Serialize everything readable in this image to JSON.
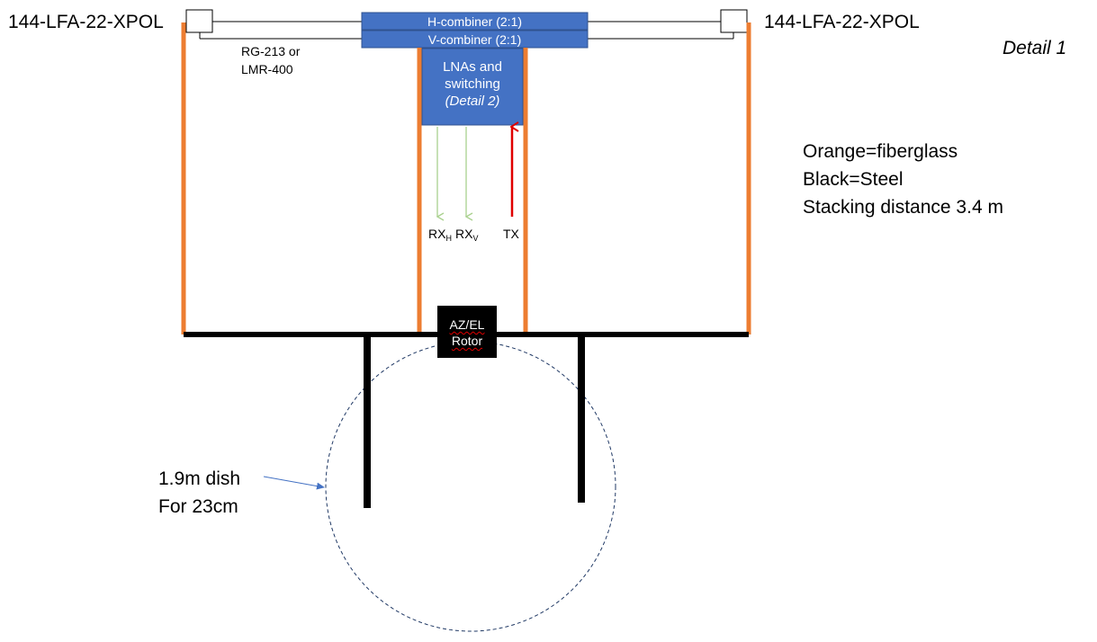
{
  "antennas": {
    "left_label": "144-LFA-22-XPOL",
    "right_label": "144-LFA-22-XPOL"
  },
  "detail_label": "Detail 1",
  "combiners": {
    "h_label": "H-combiner (2:1)",
    "v_label": "V-combiner (2:1)"
  },
  "cable_label": {
    "line1": "RG-213 or",
    "line2": "LMR-400"
  },
  "lna_box": {
    "line1": "LNAs and",
    "line2": "switching",
    "line3": "(Detail 2)"
  },
  "signals": {
    "rx_h_main": "RX",
    "rx_h_sub": "H",
    "rx_v_main": "RX",
    "rx_v_sub": "V",
    "tx": "TX"
  },
  "legend": {
    "line1": "Orange=fiberglass",
    "line2": "Black=Steel",
    "line3": "Stacking distance 3.4 m"
  },
  "rotor": {
    "line1": "AZ/EL",
    "line2": "Rotor"
  },
  "dish": {
    "line1": "1.9m dish",
    "line2": "For 23cm"
  },
  "colors": {
    "fiberglass": "#ed7d31",
    "steel": "#000000",
    "combiner_fill": "#4472c4",
    "rx_arrow": "#a9d18e",
    "tx_arrow": "#e00000",
    "dish_outline": "#1f3864",
    "pointer_arrow": "#4472c4"
  }
}
